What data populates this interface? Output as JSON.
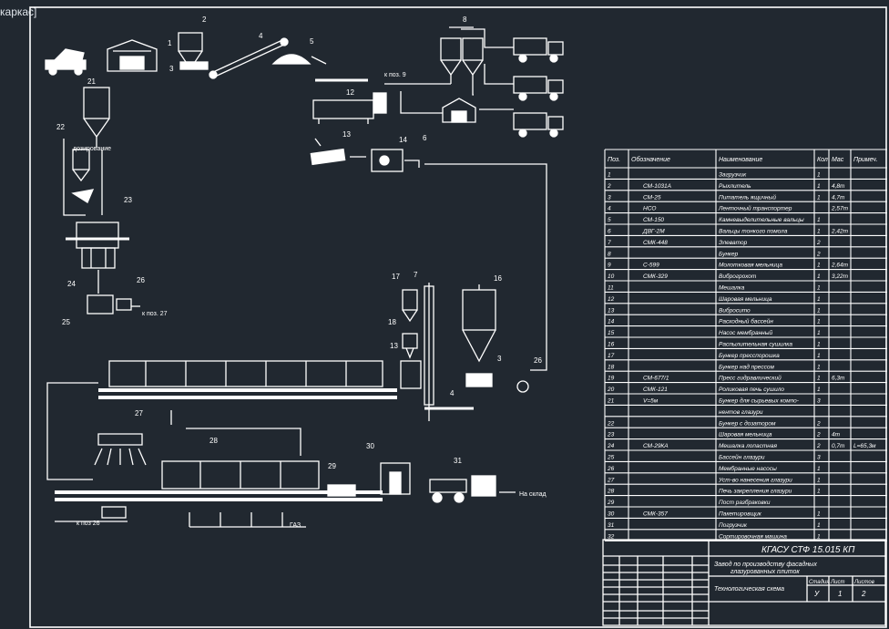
{
  "viewport": {
    "label": "каркас]"
  },
  "colors": {
    "background": "#212830",
    "lines": "#ffffff"
  },
  "positions": [
    "1",
    "2",
    "3",
    "4",
    "5",
    "8",
    "12",
    "13",
    "14",
    "16",
    "17",
    "18",
    "21",
    "22",
    "23",
    "24",
    "25",
    "26",
    "27",
    "28",
    "29",
    "30",
    "31",
    "7",
    "3",
    "4",
    "13",
    "6",
    "26"
  ],
  "annotations": {
    "pos9": "к поз. 9",
    "dosing": "дозирование",
    "pos27": "к поз. 27",
    "warehouse": "На склад",
    "pos26": "к поз 26",
    "gas": "ГАЗ"
  },
  "spec": {
    "headers": [
      "Поз.",
      "Обозначение",
      "Наименование",
      "Кол",
      "Мас",
      "Примеч."
    ],
    "rows": [
      [
        "1",
        "",
        "Загрузчик",
        "1",
        "",
        ""
      ],
      [
        "2",
        "СМ-1031А",
        "Рыхлитель",
        "1",
        "4,8т",
        ""
      ],
      [
        "3",
        "СМ-25",
        "Питатель ящичный",
        "1",
        "4,7т",
        ""
      ],
      [
        "4",
        "НСО",
        "Ленточный транспортер",
        "",
        "2,57т",
        ""
      ],
      [
        "5",
        "СМ-150",
        "Камневыделительные вальцы",
        "1",
        "",
        ""
      ],
      [
        "6",
        "ДВГ-2М",
        "Вальцы тонкого помола",
        "1",
        "2,42т",
        ""
      ],
      [
        "7",
        "СМК-448",
        "Элеватор",
        "2",
        "",
        ""
      ],
      [
        "8",
        "",
        "Бункер",
        "2",
        "",
        ""
      ],
      [
        "9",
        "С-599",
        "Молотковая мельница",
        "1",
        "2,64т",
        ""
      ],
      [
        "10",
        "СМК-329",
        "Виброгрохот",
        "1",
        "3,22т",
        ""
      ],
      [
        "11",
        "",
        "Мешалка",
        "1",
        "",
        ""
      ],
      [
        "12",
        "",
        "Шаровая мельница",
        "1",
        "",
        ""
      ],
      [
        "13",
        "",
        "Вибросито",
        "1",
        "",
        ""
      ],
      [
        "14",
        "",
        "Расходный бассейн",
        "1",
        "",
        ""
      ],
      [
        "15",
        "",
        "Насос мембранный",
        "1",
        "",
        ""
      ],
      [
        "16",
        "",
        "Распылительная сушилка",
        "1",
        "",
        ""
      ],
      [
        "17",
        "",
        "Бункер пресспорошка",
        "1",
        "",
        ""
      ],
      [
        "18",
        "",
        "Бункер над прессом",
        "1",
        "",
        ""
      ],
      [
        "19",
        "СМ-677/1",
        "Пресс гидравлический",
        "1",
        "6,3т",
        ""
      ],
      [
        "20",
        "СМК-121",
        "Роликовая печь сушило",
        "1",
        "",
        ""
      ],
      [
        "21",
        "V=5м",
        "Бункер для сырьевых компо-",
        "3",
        "",
        ""
      ],
      [
        "",
        "",
        "нентов глазури",
        "",
        "",
        ""
      ],
      [
        "22",
        "",
        "Бункер с дозатором",
        "2",
        "",
        ""
      ],
      [
        "23",
        "",
        "Шаровая мельница",
        "2",
        "4т",
        ""
      ],
      [
        "24",
        "СМ-29КА",
        "Мешалка лопастная",
        "2",
        "0,7т",
        "L=65,3м"
      ],
      [
        "25",
        "",
        "Бассейн глазури",
        "3",
        "",
        ""
      ],
      [
        "26",
        "",
        "Мембранные насосы",
        "1",
        "",
        ""
      ],
      [
        "27",
        "",
        "Уст-во нанесения глазури",
        "1",
        "",
        ""
      ],
      [
        "28",
        "",
        "Печь закрепления глазури",
        "1",
        "",
        ""
      ],
      [
        "29",
        "",
        "Пост разбраковки",
        "",
        "",
        ""
      ],
      [
        "30",
        "СМК-357",
        "Пакетировщик",
        "1",
        "",
        ""
      ],
      [
        "31",
        "",
        "Погрузчик",
        "1",
        "",
        ""
      ],
      [
        "32",
        "",
        "Сортировочная машина",
        "1",
        "",
        ""
      ]
    ]
  },
  "title_block": {
    "code": "КГАСУ СТФ 15.015 КП",
    "name_line1": "Завод по производству фасадных",
    "name_line2": "глазурованных плиток",
    "sheet_title": "Технологическая схема",
    "stage_label": "Стадия",
    "sheet_label": "Лист",
    "sheets_label": "Листов",
    "stage": "У",
    "sheet": "1",
    "sheets": "2"
  }
}
